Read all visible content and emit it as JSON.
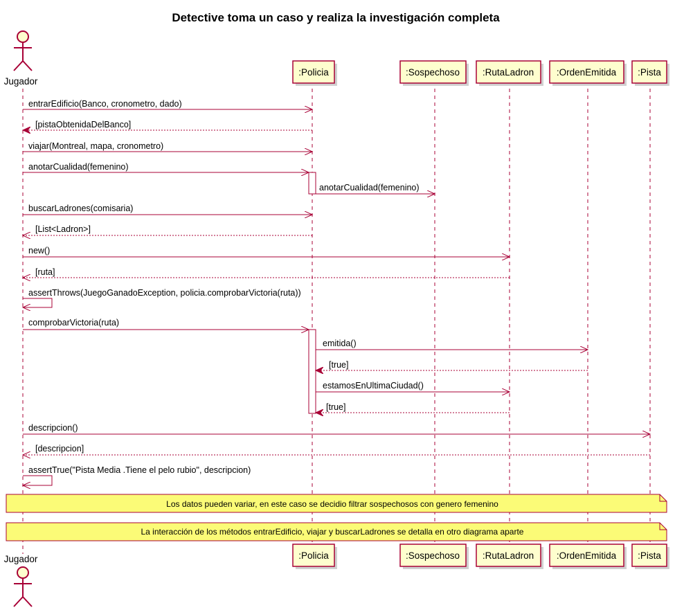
{
  "title": "Detective toma un caso y realiza la investigación completa",
  "actor": "Jugador",
  "participants": [
    ":Policia",
    ":Sospechoso",
    ":RutaLadron",
    ":OrdenEmitida",
    ":Pista"
  ],
  "messages": [
    "entrarEdificio(Banco, cronometro, dado)",
    "[pistaObtenidaDelBanco]",
    "viajar(Montreal, mapa, cronometro)",
    "anotarCualidad(femenino)",
    "anotarCualidad(femenino)",
    "buscarLadrones(comisaria)",
    "[List<Ladron>]",
    "new()",
    "[ruta]",
    "assertThrows(JuegoGanadoException, policia.comprobarVictoria(ruta))",
    "comprobarVictoria(ruta)",
    "emitida()",
    "[true]",
    "estamosEnUltimaCiudad()",
    "[true]",
    "descripcion()",
    "[descripcion]",
    "assertTrue(\"Pista Media .Tiene el pelo rubio\", descripcion)"
  ],
  "notes": [
    "Los datos pueden variar, en este caso se decidio filtrar sospechosos con genero femenino",
    "La interacción de los métodos entrarEdificio, viajar y buscarLadrones se detalla en otro diagrama aparte"
  ],
  "colors": {
    "border": "#A80036",
    "participant_fill": "#FEFECE",
    "note_fill": "#FBFB77"
  }
}
